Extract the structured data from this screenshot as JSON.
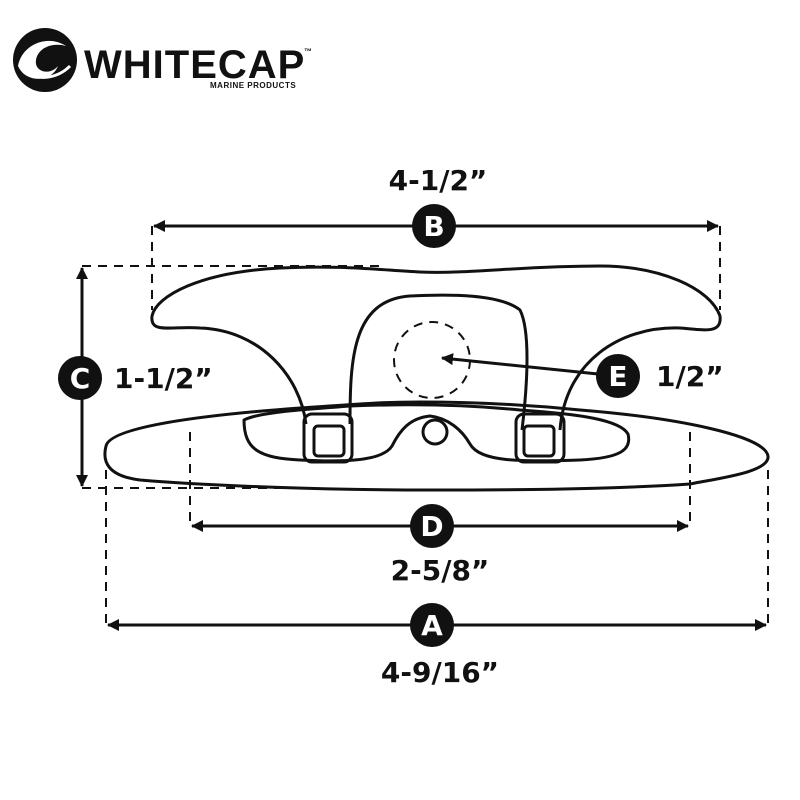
{
  "brand": {
    "name": "WHITECAP",
    "trademark": "™",
    "tagline": "MARINE PRODUCTS"
  },
  "dimensions": {
    "A": {
      "letter": "A",
      "value": "4-9/16”"
    },
    "B": {
      "letter": "B",
      "value": "4-1/2”"
    },
    "C": {
      "letter": "C",
      "value": "1-1/2”"
    },
    "D": {
      "letter": "D",
      "value": "2-5/8”"
    },
    "E": {
      "letter": "E",
      "value": "1/2”"
    }
  },
  "colors": {
    "ink": "#111111",
    "paper": "#ffffff"
  }
}
